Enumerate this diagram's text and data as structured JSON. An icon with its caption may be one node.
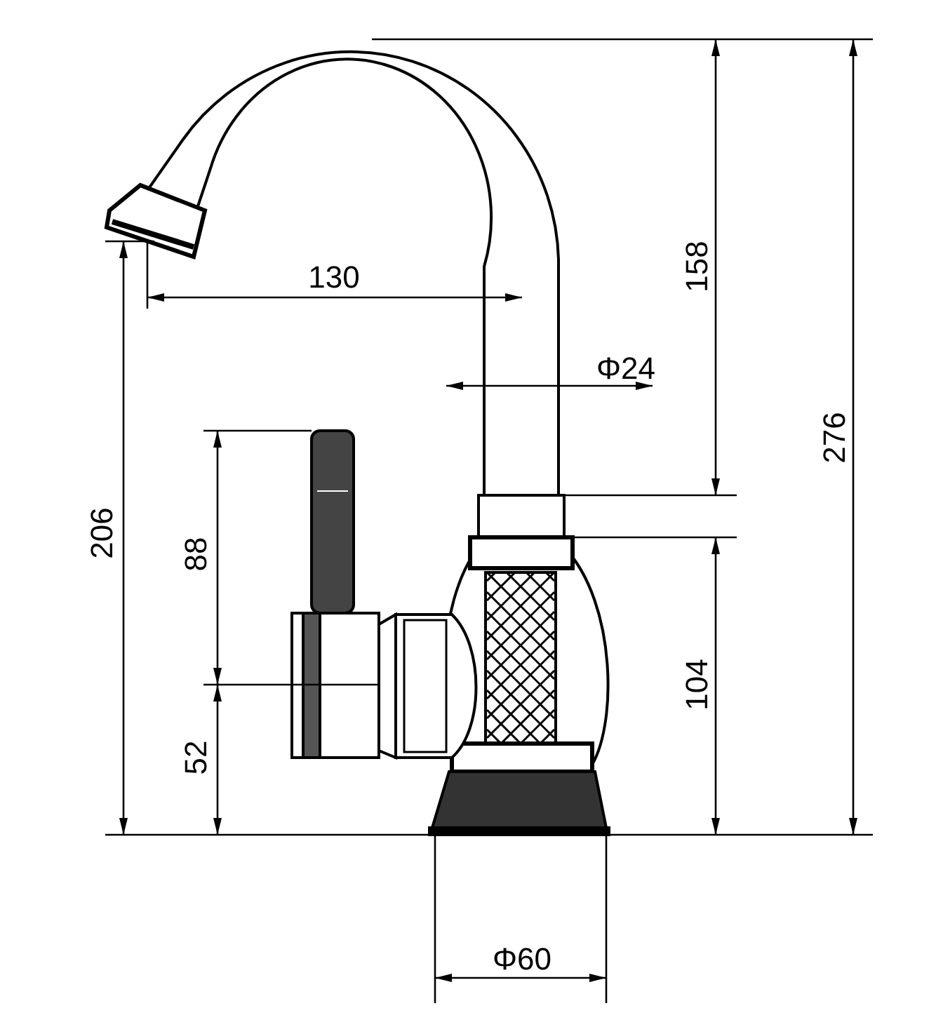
{
  "diagram": {
    "labels": [
      "158",
      "276",
      "130",
      "Φ24",
      "206",
      "88",
      "104",
      "52",
      "Φ60"
    ]
  }
}
